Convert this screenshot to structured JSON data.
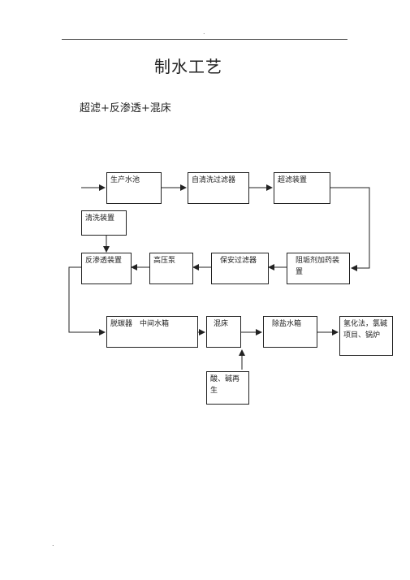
{
  "header": {
    "mark": "."
  },
  "footer": {
    "mark": "."
  },
  "document": {
    "title": "制水工艺",
    "subtitle": "超滤+反渗透+混床"
  },
  "diagram": {
    "nodes": {
      "production_pool": "生产水池",
      "self_cleaning_filter": "自清洗过滤器",
      "ultrafiltration": "超滤装置",
      "cleaning_device": "清洗装置",
      "reverse_osmosis": "反渗透装置",
      "high_pressure_pump": "高压泵",
      "security_filter": "保安过滤器",
      "scale_inhibitor_dosing": "阻垢剂加药装置",
      "decarbonizer_tank": "脱碳器　中间水箱",
      "mixed_bed": "混床",
      "desalted_water_tank": "除盐水箱",
      "consumers": "氢化法，氯碱项目、锅炉",
      "acid_alkali_regen": "酸、碱再生"
    }
  }
}
